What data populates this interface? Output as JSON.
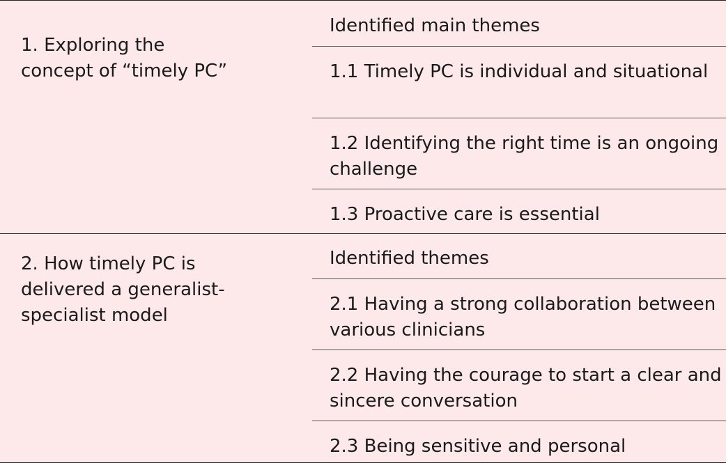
{
  "table": {
    "groups": [
      {
        "concept": "1. Exploring the concept of “timely PC”",
        "header": "Identified main themes",
        "themes": [
          "1.1 Timely PC is individual and situational",
          "1.2 Identifying the right time is an ongoing challenge",
          "1.3 Proactive care is essential"
        ]
      },
      {
        "concept": "2. How timely PC is delivered a generalist-specialist model",
        "header": "Identified themes",
        "themes": [
          "2.1 Having a strong collaboration between various clinicians",
          "2.2 Having the courage to start a clear and sincere conversation",
          "2.3 Being sensitive and personal"
        ]
      }
    ]
  }
}
